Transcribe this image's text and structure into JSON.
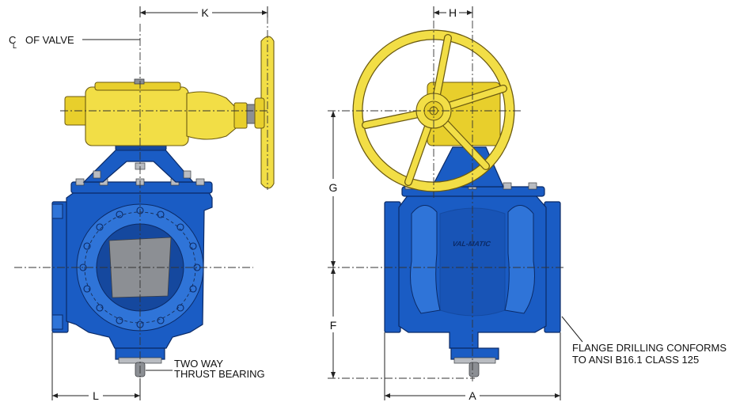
{
  "labels": {
    "centerline_symbol": "C",
    "centerline_sub": "L",
    "centerline_text": "OF VALVE",
    "dim_k": "K",
    "dim_h": "H",
    "dim_g": "G",
    "dim_f": "F",
    "dim_l": "L",
    "dim_a": "A",
    "thrust_line1": "TWO WAY",
    "thrust_line2": "THRUST BEARING",
    "flange_line1": "FLANGE DRILLING CONFORMS",
    "flange_line2": "TO ANSI B16.1 CLASS 125",
    "logo": "VAL-MATIC"
  },
  "colors": {
    "body": "#1a5cc4",
    "gear": "#f2de46",
    "line": "#222222"
  }
}
